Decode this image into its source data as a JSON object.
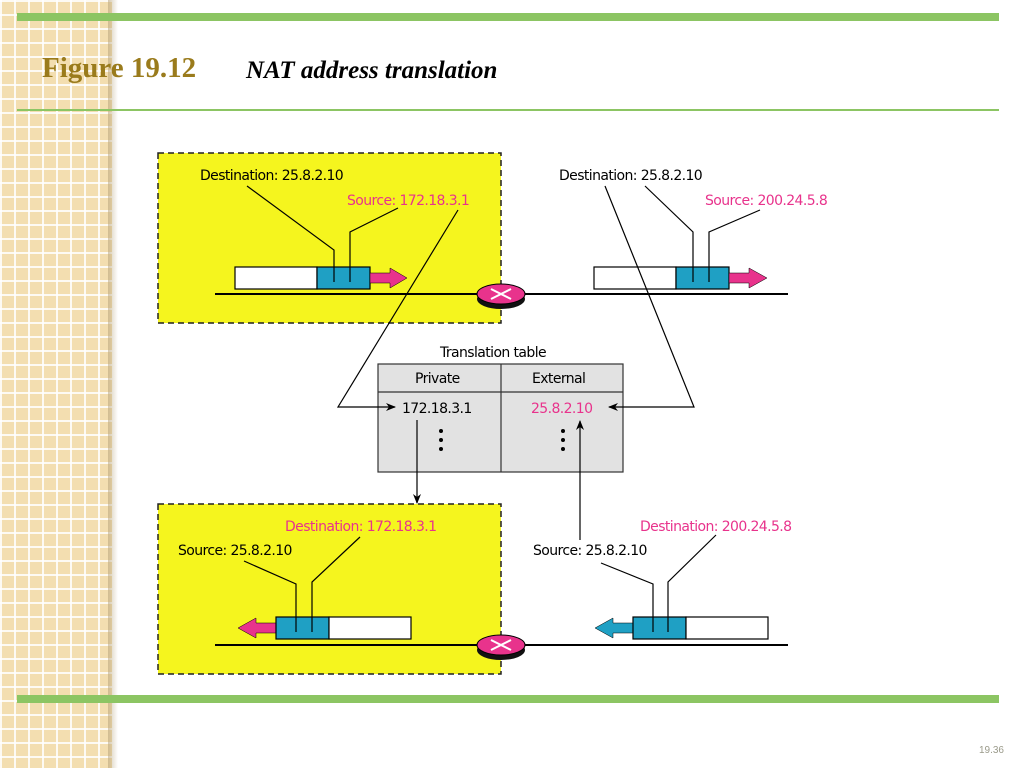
{
  "slide": {
    "figure_label": "Figure 19.12",
    "figure_title": "NAT address translation",
    "page_number": "19.36"
  },
  "colors": {
    "accent_green": "#8cc563",
    "title_gold": "#9a7b1c",
    "private_zone": "#f5f51e",
    "packet_header": "#1fa0c4",
    "highlight_magenta": "#e8338c",
    "router": "#e8338c",
    "table_bg": "#e2e2e2"
  },
  "diagram": {
    "outgoing_private": {
      "destination": "Destination: 25.8.2.10",
      "source": "Source: 172.18.3.1"
    },
    "outgoing_public": {
      "destination": "Destination: 25.8.2.10",
      "source": "Source: 200.24.5.8"
    },
    "incoming_private": {
      "destination": "Destination: 172.18.3.1",
      "source": "Source: 25.8.2.10"
    },
    "incoming_public": {
      "destination": "Destination: 200.24.5.8",
      "source": "Source: 25.8.2.10"
    },
    "translation_table": {
      "title": "Translation table",
      "headers": [
        "Private",
        "External"
      ],
      "rows": [
        [
          "172.18.3.1",
          "25.8.2.10"
        ]
      ],
      "ellipsis": "⋮"
    },
    "router_icon": "router-x-icon"
  }
}
